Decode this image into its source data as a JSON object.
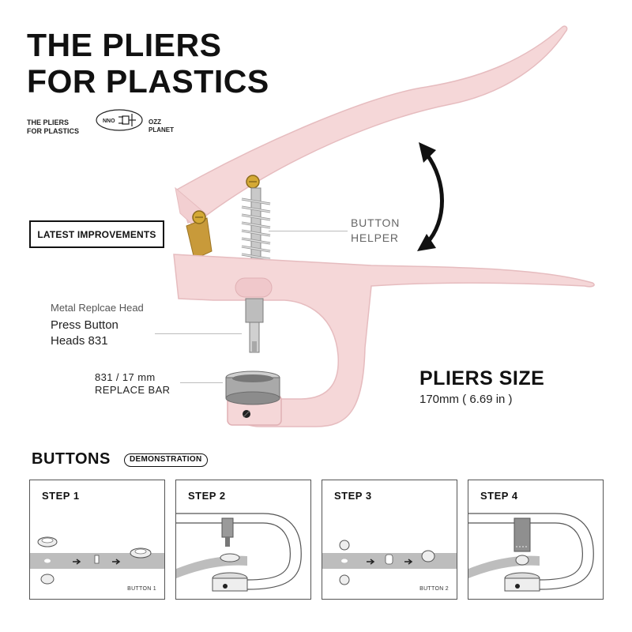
{
  "title": {
    "line1": "THE PLIERS",
    "line2": "FOR PLASTICS"
  },
  "brand": {
    "sub_line1": "THE PLIERS",
    "sub_line2": "FOR PLASTICS",
    "logo_text": "NNO",
    "right_line1": "OZZ",
    "right_line2": "PLANET"
  },
  "latest_improvements": "LATEST IMPROVEMENTS",
  "callouts": {
    "button_helper_line1": "BUTTON",
    "button_helper_line2": "HELPER",
    "metal_head": "Metal Replcae  Head",
    "press_button_line1": "Press Button",
    "press_button_line2": "Heads 831",
    "replace_line1": "831  / 17 mm",
    "replace_line2": "REPLACE BAR"
  },
  "size": {
    "title": "PLIERS SIZE",
    "value": "170mm ( 6.69 in )"
  },
  "buttons_section": {
    "title": "BUTTONS",
    "badge": "DEMONSTRATION",
    "steps": [
      {
        "label": "STEP 1",
        "caption": "BUTTON 1"
      },
      {
        "label": "STEP 2",
        "caption": ""
      },
      {
        "label": "STEP 3",
        "caption": "BUTTON 2"
      },
      {
        "label": "STEP 4",
        "caption": ""
      }
    ]
  },
  "colors": {
    "pliers_pink": "#f5d7d8",
    "pliers_shadow": "#e6bcbf",
    "text_dark": "#111111",
    "callout_gray": "#666666"
  }
}
